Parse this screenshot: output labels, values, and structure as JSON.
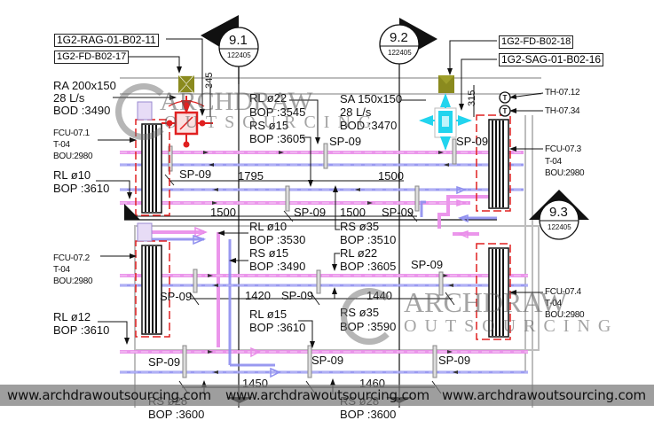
{
  "drawing": {
    "type": "HVAC ductwork / piping layout plan",
    "section_markers": [
      {
        "id": "9.1",
        "sheet": "122405"
      },
      {
        "id": "9.2",
        "sheet": "122405"
      },
      {
        "id": "9.3",
        "sheet": "122405"
      }
    ],
    "tags": {
      "rag": "1G2-RAG-01-B02-11",
      "fd17": "1G2-FD-B02-17",
      "fd18": "1G2-FD-B02-18",
      "sag": "1G2-SAG-01-B02-16"
    },
    "air_terminals": {
      "ra": {
        "size": "RA 200x150",
        "flow": "28 L/s",
        "bod": "BOD :3490",
        "dim": "345"
      },
      "sa": {
        "size": "SA 150x150",
        "flow": "28 L/s",
        "bod": "BOD :3470",
        "dim": "315"
      }
    },
    "thermostats": [
      "TH-07.12",
      "TH-07.34"
    ],
    "fcus": [
      {
        "name": "FCU-07.1",
        "type": "T-04",
        "bou": "BOU:2980"
      },
      {
        "name": "FCU-07.2",
        "type": "T-04",
        "bou": "BOU:2980"
      },
      {
        "name": "FCU-07.3",
        "type": "T-04",
        "bou": "BOU:2980"
      },
      {
        "name": "FCU-07.4",
        "type": "T-04",
        "bou": "BOU:2980"
      }
    ],
    "pipe_labels": {
      "rl10_left": {
        "pipe": "RL ø10",
        "bop": "BOP :3610"
      },
      "rl12_left": {
        "pipe": "RL ø12",
        "bop": "BOP :3610"
      },
      "rl22_top": {
        "pipe": "RL ø22",
        "bop": "BOP :3545"
      },
      "rs15_top": {
        "pipe": "RS ø15",
        "bop": "BOP :3605"
      },
      "rl10_mid": {
        "pipe": "RL ø10",
        "bop": "BOP :3530"
      },
      "rs15_mid": {
        "pipe": "RS ø15",
        "bop": "BOP :3490"
      },
      "rs35_mid": {
        "pipe": "RS ø35",
        "bop": "BOP :3510"
      },
      "rl22_mid": {
        "pipe": "RL ø22",
        "bop": "BOP :3605"
      },
      "rl15_low": {
        "pipe": "RL ø15",
        "bop": "BOP :3610"
      },
      "rs35_low": {
        "pipe": "RS ø35",
        "bop": "BOP :3590"
      },
      "rs28_a": {
        "pipe": "RS ø28",
        "bop": "BOP :3600"
      },
      "rs28_b": {
        "pipe": "RS ø28",
        "bop": "BOP :3600"
      }
    },
    "support": "SP-09",
    "dimensions": {
      "d1795": "1795",
      "d1500a": "1500",
      "d1500b": "1500",
      "d1500c": "1500",
      "d1420": "1420",
      "d1440": "1440",
      "d1450": "1450",
      "d1460": "1460"
    },
    "watermark": {
      "logo_top": "ARCHDRAW",
      "logo_bottom": "OUTSOURCING",
      "url": "www.archdrawoutsourcing.com"
    },
    "colors": {
      "return_pipe": "#e98be9",
      "supply_pipe": "#8f8fef",
      "fcu_dashed": "#e02020",
      "return_grille": "#e02020",
      "supply_grille": "#22d4ee",
      "fire_damper": "#8a8a1e",
      "grid_line": "#111111",
      "ceiling_line": "#b8b8b8"
    }
  }
}
